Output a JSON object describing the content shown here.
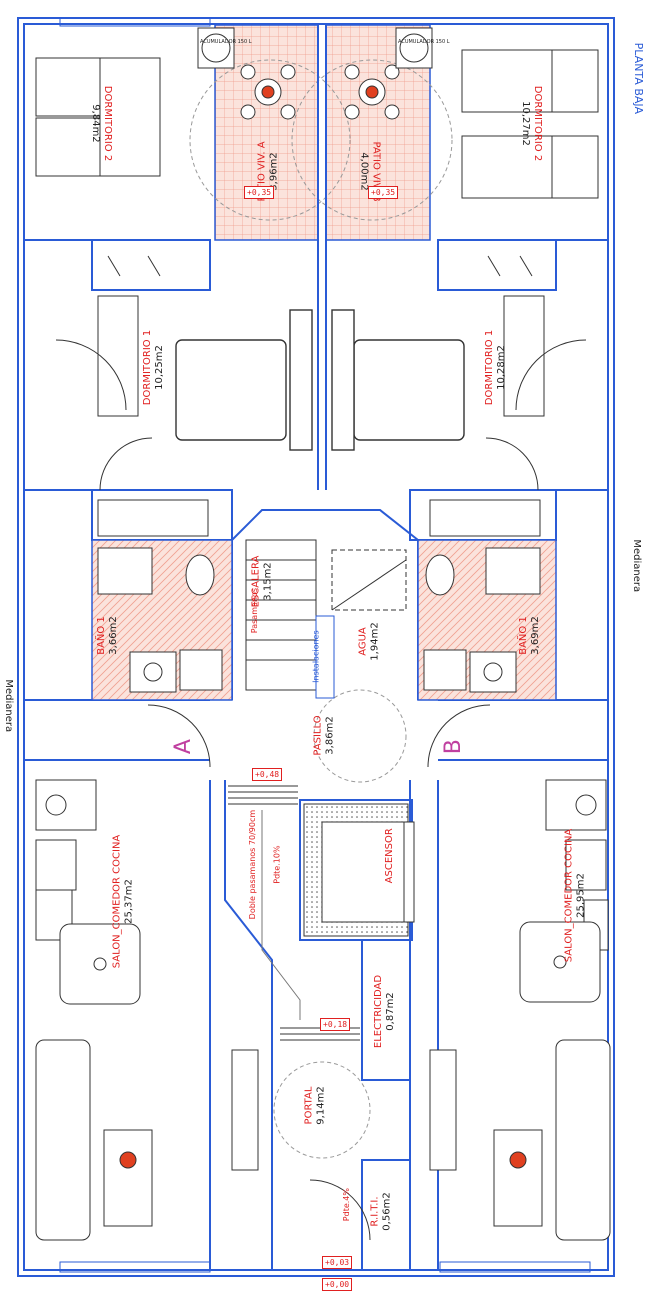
{
  "plan": {
    "sheet_title": "PLANTA BAJA",
    "party_wall_labels": [
      "Medianera",
      "Medianera"
    ],
    "levels": [
      "+0,35",
      "+0,35",
      "+0,48",
      "+0,18",
      "+0,03",
      "+0,00"
    ],
    "slope_labels": [
      "Pdte.10%",
      "Pdte.4%"
    ],
    "handrail_note": "Doble pasamanos 70/90cm",
    "handrail_stair": "Pasamanos",
    "installations": "Instalaciones",
    "dwelling_marks": [
      "A",
      "B"
    ],
    "equipment_label": "ACUMULADOR 150 L",
    "rooms": [
      {
        "id": "dormitorio2-a",
        "name": "DORMITORIO 2",
        "area": "9,84m2"
      },
      {
        "id": "patio-a",
        "name": "PATIO VIV. A",
        "area": "3,96m2"
      },
      {
        "id": "patio-b",
        "name": "PATIO VIV. B",
        "area": "4,00m2"
      },
      {
        "id": "dormitorio2-b",
        "name": "DORMITORIO 2",
        "area": "10,27m2"
      },
      {
        "id": "dormitorio1-a",
        "name": "DORMITORIO 1",
        "area": "10,25m2"
      },
      {
        "id": "dormitorio1-b",
        "name": "DORMITORIO 1",
        "area": "10,28m2"
      },
      {
        "id": "escalera",
        "name": "ESCALERA",
        "area": "3,15m2"
      },
      {
        "id": "bano-a",
        "name": "BAÑO 1",
        "area": "3,66m2"
      },
      {
        "id": "bano-b",
        "name": "BAÑO 1",
        "area": "3,69m2"
      },
      {
        "id": "agua",
        "name": "AGUA",
        "area": "1,94m2"
      },
      {
        "id": "pasillo",
        "name": "PASILLO",
        "area": "3,86m2"
      },
      {
        "id": "ascensor",
        "name": "ASCENSOR",
        "area": ""
      },
      {
        "id": "salon-a",
        "name": "SALON_COMEDOR COCINA",
        "area": "25,37m2"
      },
      {
        "id": "salon-b",
        "name": "SALON_COMEDOR COCINA",
        "area": "25,95m2"
      },
      {
        "id": "electricidad",
        "name": "ELECTRICIDAD",
        "area": "0,87m2"
      },
      {
        "id": "portal",
        "name": "PORTAL",
        "area": "9,14m2"
      },
      {
        "id": "riti",
        "name": "R.I.T.I.",
        "area": "0,56m2"
      }
    ]
  },
  "colors": {
    "wall_blue": "#2a5bd6",
    "label_red": "#e02020",
    "tile_pink": "#f4c9c0",
    "furniture": "#333333",
    "mark_magenta": "#c040a0"
  }
}
